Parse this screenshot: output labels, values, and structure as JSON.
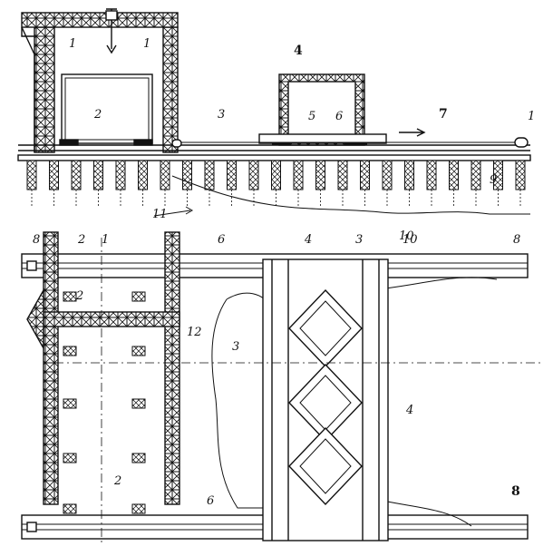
{
  "elevation_labels": {
    "l1a": "1",
    "l1b": "1",
    "l2": "2",
    "l3": "3",
    "l4": "4",
    "l5": "5",
    "l6": "6",
    "l7": "7",
    "l1c": "1",
    "l9": "9",
    "l11": "11",
    "l10": "10"
  },
  "plan_labels": {
    "l8a": "8",
    "l2a": "2",
    "l1": "1",
    "l6a": "6",
    "l4a": "4",
    "l3a": "3",
    "l10": "10",
    "l8b": "8",
    "l2b": "2",
    "l12": "12",
    "l3b": "3",
    "l4b": "4",
    "l2c": "2",
    "l6b": "6",
    "l8c": "8"
  }
}
